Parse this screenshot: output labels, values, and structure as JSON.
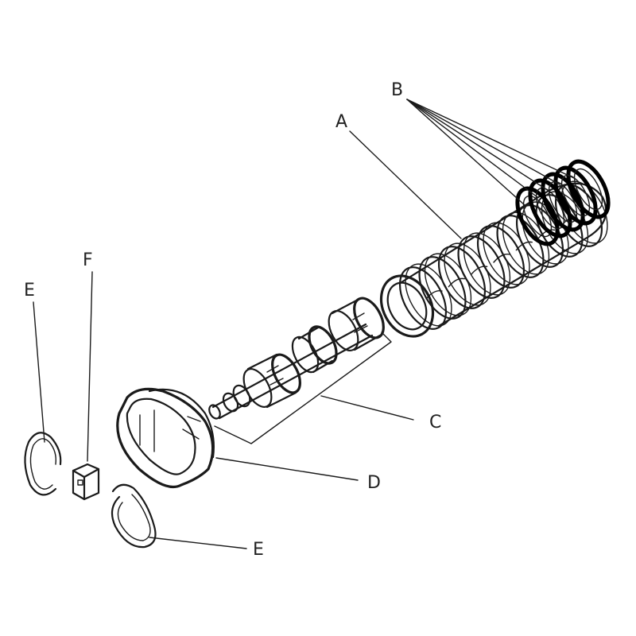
{
  "labels": {
    "a": "A",
    "b": "B",
    "c": "C",
    "d": "D",
    "e_left": "E",
    "e_bottom": "E",
    "f": "F"
  },
  "colors": {
    "ink": "#1a1a1a",
    "background": "#ffffff"
  }
}
